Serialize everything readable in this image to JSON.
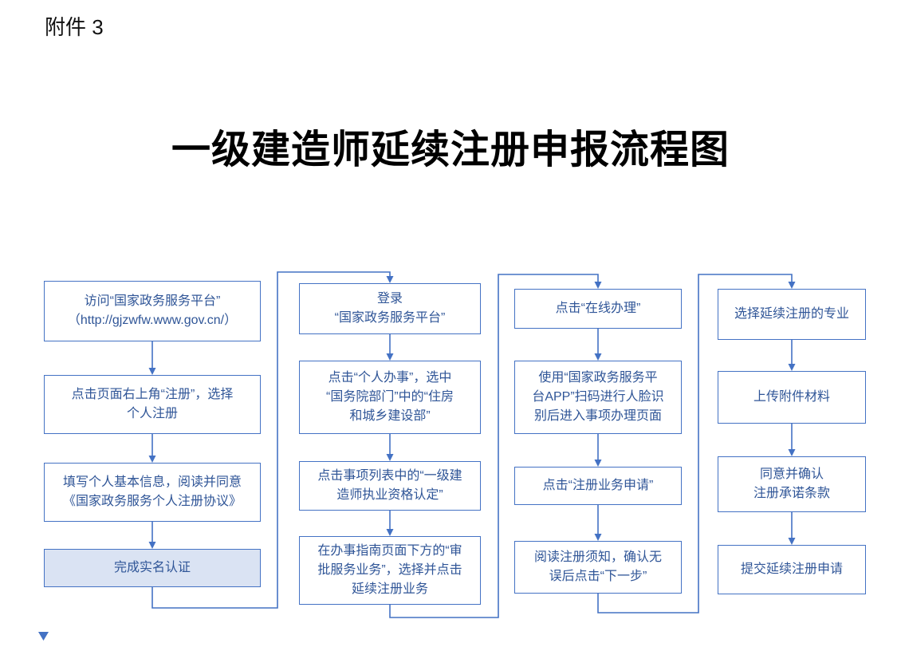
{
  "theme": {
    "accent_color": "#4472C4",
    "box_text_color": "#2F5597",
    "highlight_fill": "#DAE3F3",
    "title_color": "#000000"
  },
  "header": {
    "attachment_label": "附件 3",
    "title": "一级建造师延续注册申报流程图"
  },
  "flowchart": {
    "columns": [
      {
        "steps": [
          {
            "text": "访问“国家政务服务平台”\n（http://gjzwfw.www.gov.cn/）",
            "highlighted": false
          },
          {
            "text": "点击页面右上角“注册”，选择\n个人注册",
            "highlighted": false
          },
          {
            "text": "填写个人基本信息，阅读并同意\n《国家政务服务个人注册协议》",
            "highlighted": false
          },
          {
            "text": "完成实名认证",
            "highlighted": true
          }
        ]
      },
      {
        "steps": [
          {
            "text": "登录\n“国家政务服务平台”",
            "highlighted": false
          },
          {
            "text": "点击“个人办事”，选中\n“国务院部门”中的“住房\n和城乡建设部”",
            "highlighted": false
          },
          {
            "text": "点击事项列表中的“一级建\n造师执业资格认定”",
            "highlighted": false
          },
          {
            "text": "在办事指南页面下方的“审\n批服务业务”，选择并点击\n延续注册业务",
            "highlighted": false
          }
        ]
      },
      {
        "steps": [
          {
            "text": "点击“在线办理”",
            "highlighted": false
          },
          {
            "text": "使用“国家政务服务平\n台APP”扫码进行人脸识\n别后进入事项办理页面",
            "highlighted": false
          },
          {
            "text": "点击“注册业务申请”",
            "highlighted": false
          },
          {
            "text": "阅读注册须知，确认无\n误后点击“下一步”",
            "highlighted": false
          }
        ]
      },
      {
        "steps": [
          {
            "text": "选择延续注册的专业",
            "highlighted": false
          },
          {
            "text": "上传附件材料",
            "highlighted": false
          },
          {
            "text": "同意并确认\n注册承诺条款",
            "highlighted": false
          },
          {
            "text": "提交延续注册申请",
            "highlighted": false
          }
        ]
      }
    ]
  }
}
